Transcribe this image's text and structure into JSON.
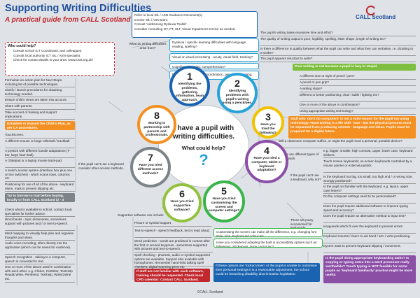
{
  "header": {
    "title": "Supporting Writing Difficulties",
    "subtitle": "A practical guide from CALL Scotland",
    "logo": "CALL Scotland"
  },
  "who_box": {
    "heading": "Who could help?",
    "items": [
      "Consult school ICT Coordinator, and colleagues.",
      "Consult local authority ICT SIL / ASN specialist.",
      "Check for contact details in your area: www.lcsts.org.uk/"
    ]
  },
  "refer_box": [
    "Refer to local SfL / ASN Guidance Document(s).",
    "Involve SfL / ASN team.",
    "Consult 'Addressing Dyslexia Toolkit'.",
    "Consider consulting OT, PT, SLT, Visual Impairment service as needed."
  ],
  "difficulties_label": "What do writing difficulties arise from?",
  "difficulty_items": [
    "Dyslexia / specific learning difficulties with language, reading, spelling?",
    "Visual or visual processing - acuity, visual field, tracking?",
    "Cognition - learning, comprehension?",
    "Physical causes - poor coordination, pencil grip, seating, positioning?"
  ],
  "top_right_statements": [
    "The pupil's writing takes excessive time and effort?",
    "The quality of writing output is poor; legibility, spelling, letter shape, length of writing etc?",
    "Is there a difference in quality between what the pupil can write and what they can verbalise, i.e. dictating to a scribe?",
    "The pupil appears reluctant to write?"
  ],
  "lazy_warning": "Poor writing is not because a pupil is lazy or stupid.",
  "circle3_items": [
    "A different size or style of pencil / pen?",
    "A pencil or pen grip?",
    "A writing slope?",
    "Different or better positioning; chair / table / lighting etc?",
    "One or more of the above in combination?",
    "Using appropriate writing technology?"
  ],
  "staff_warning": "Staff who 'don't do computers' is not a valid reason for the pupil not using technology! Hand writing is a life skill - true - but the physical process must be separated from producing content - language and ideas. Pupils must be prepared for a digital future.",
  "keyboard_note": "Will a classroom computer suffice, or might the pupil need a personal, portable device?",
  "different_keyboards_label": "There are different types of keyboards",
  "keyboard_types": [
    "e.g. bigger, smaller, high contrast, upper, lower case, keyboard stickers.",
    "Touch screen keyboards; on-screen keyboards controlled by a mouse pointer or external joystick."
  ],
  "cannot_use_label": "If the pupil can't use a keyboard, why not?",
  "cannot_use_items": [
    "Is the keyboard too big, too small, too high and / or wrong size, wrongly positioned?",
    "Is the pupil not familiar with the keyboard, e.g. layout, upper case letters?",
    "Do the computer settings need to be personalised?",
    "Does the pupil require additional software to improve typing speed and accuracy?",
    "Does the pupil require an alternative method to input text?"
  ],
  "accessories_label": "There are many accessories for keyboards.",
  "accessories_items": [
    "Keyguards which fit over the keyboard to prevent errors.",
    "Keyboard mounts / risers to aid hand / arm / wrist positioning.",
    "Dycem mats to prevent keyboard slipping / movement."
  ],
  "bottom_right_warning": "Is the pupil doing appropriate keyboarding tasks? Is copying or typing notes into a word processor really worthwhile? Touch typing is NOT feasible for some pupils so 'keyboard familiarity' practice might be more useful.",
  "customising": [
    "Customising the screen can make all the difference, e.g. changing font style, size, background colour etc.",
    "Have you considered adapting the built in accessibility options such as FilterKeys, StickyKeys, large cursor etc?"
  ],
  "locked_down_warning": "If these options are 'locked down' or the pupil is unable to customise their personal settings it is a reasonable adjustment; the school could be breaching disability discrimination legislation.",
  "software_label": "Supportive software can include:",
  "software_items": [
    "Picture or symbol support.",
    "Text-to-speech - speech feedback, text is read aloud.",
    "Word prediction - words are predicted in context after the first or second keypress - sometimes supported with pictures and text-to-speech.",
    "Spell checking - phonetic, audio or symbol supported options are available. Support also available with homophones. Remember hand-held talking spell checkers, digital scanning pens etc."
  ],
  "software_warning": "If staff are not familiar with such software, training should be requested. Check local CPD calendar: Contact CALL Scotland.",
  "left_software": [
    "Check what is available in school, contact local specialists for further advice.",
    "Word banks - topic dictionaries, sometimes support with pictures and / or text-to-speech.",
    "Mind mapping to visually help plan and organise thoughts and ideas.",
    "Audio voice recording, often directly into the application (which can be saved for evidence).",
    "Speech recognition - talking to a computer, speech is converted to text.",
    "One or more of the above used in combination with each other, e.g. Clicker, CoWriter, TextHelp Read& Write, Penfriend, Texthelp, WriteOnline etc."
  ],
  "left_top_items": [
    "Formulate an action plan for Next Steps, including list of possible technologies.",
    "Clarify / launch procedures for obtaining technology needed.",
    "Ensure child's views are taken into account.",
    "Share with parents.",
    "Take account of training and support implications."
  ],
  "childs_plan_warning": "Establish or expand the Child's Plan, as per CA procedures.",
  "left_mid_items": [
    "Touchscreen.",
    "A different mouse or large rollerball / trackball.",
    "A joystick with different handle adaptations (T-bar, large foam ball).",
    "A Glidepad or a laptop mouse track-pad.",
    "A switch access system (interface box plus one or two switches) - which scans rows, columns etc.",
    "Positioning for use of all of the above - keyboard risers, mats to prevent slipping etc."
  ],
  "left_mid_warning": "Try to borrow to trial before buying, locally or from CALL Scotland (2 - 3 months only).",
  "cannot_keyboard_label": "If the pupil can't use a keyboard consider other access methods.",
  "central": {
    "text": "I have a pupil with writing difficulties.",
    "question": "What could help?"
  },
  "circles": [
    {
      "num": "1",
      "text": "Identifying the problems, gathering information, team approach."
    },
    {
      "num": "2",
      "text": "Identifying problems with pupil's writing using a pencil/pen."
    },
    {
      "num": "3",
      "text": "Have you tried the following?"
    },
    {
      "num": "4",
      "text": "Have you tried a computer, tablet or keyboard adaptation?"
    },
    {
      "num": "5",
      "text": "Have you tried customising the screen and computer settings?"
    },
    {
      "num": "6",
      "text": "Have you tried supportive software?"
    },
    {
      "num": "7",
      "text": "Have you tried different access methods?"
    },
    {
      "num": "8",
      "text": "Working in partnership with parents and professionals."
    }
  ],
  "footer": "©CALL Scotland",
  "colors": {
    "circle1": "#1a63b0",
    "circle2": "#27a3d8",
    "circle3": "#f2c200",
    "circle4": "#8b4fa6",
    "circle5": "#39b54a",
    "circle6": "#92c13e",
    "circle7": "#7c8489",
    "circle8": "#f39021",
    "title": "#1e4f9c",
    "subtitle": "#c1272d",
    "warn_red": "#c1272d",
    "warn_orange": "#f39021"
  }
}
